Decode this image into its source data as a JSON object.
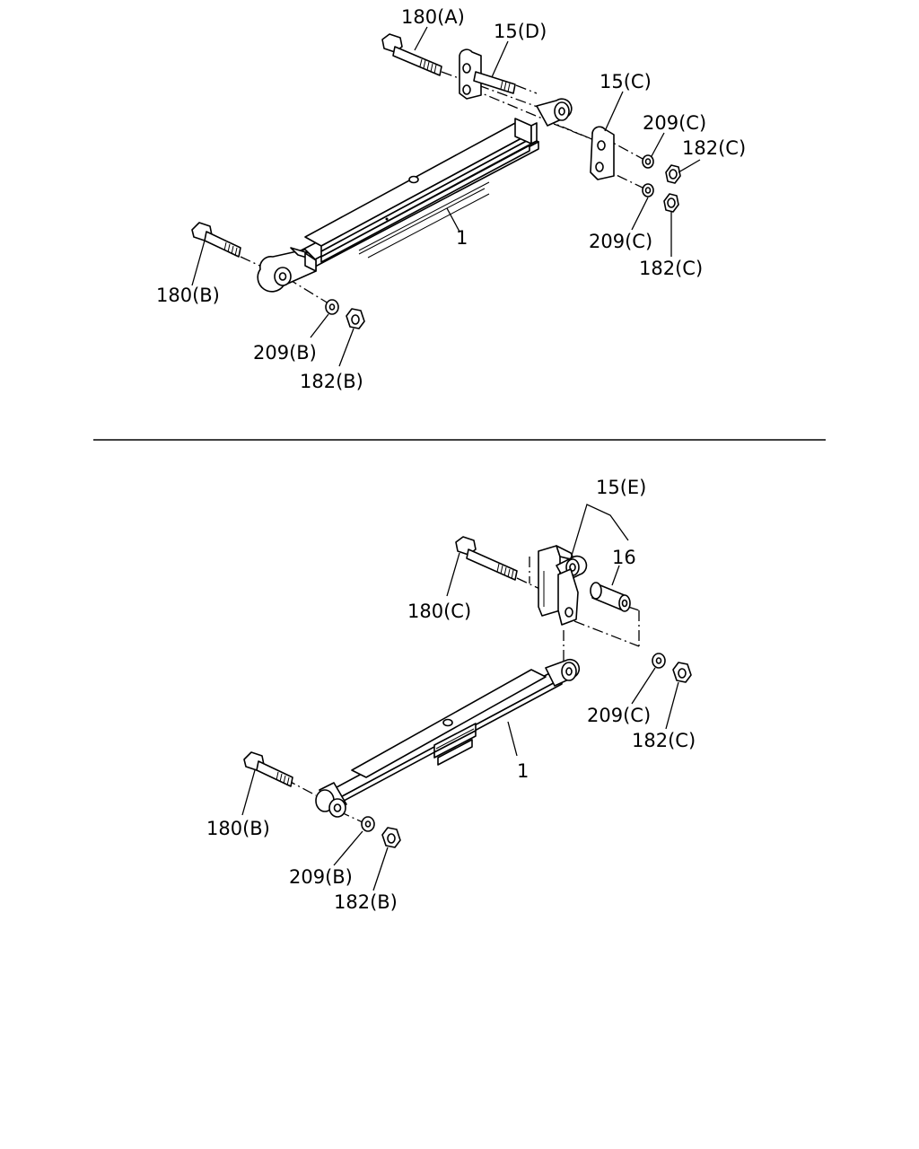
{
  "upper_view": {
    "labels": {
      "bolt_front": "180(A)",
      "bracket_front": "15(D)",
      "bracket_rear": "15(C)",
      "washer_rear_top": "209(C)",
      "nut_rear_top": "182(C)",
      "leaf_spring": "1",
      "washer_rear_bottom": "209(C)",
      "nut_rear_bottom": "182(C)",
      "bolt_rear": "180(B)",
      "washer_front": "209(B)",
      "nut_front": "182(B)"
    }
  },
  "lower_view": {
    "labels": {
      "shackle_assembly": "15(E)",
      "bushing": "16",
      "bolt_shackle": "180(C)",
      "washer_shackle": "209(C)",
      "nut_shackle": "182(C)",
      "leaf_spring": "1",
      "bolt_eye": "180(B)",
      "washer_eye": "209(B)",
      "nut_eye": "182(B)"
    }
  }
}
